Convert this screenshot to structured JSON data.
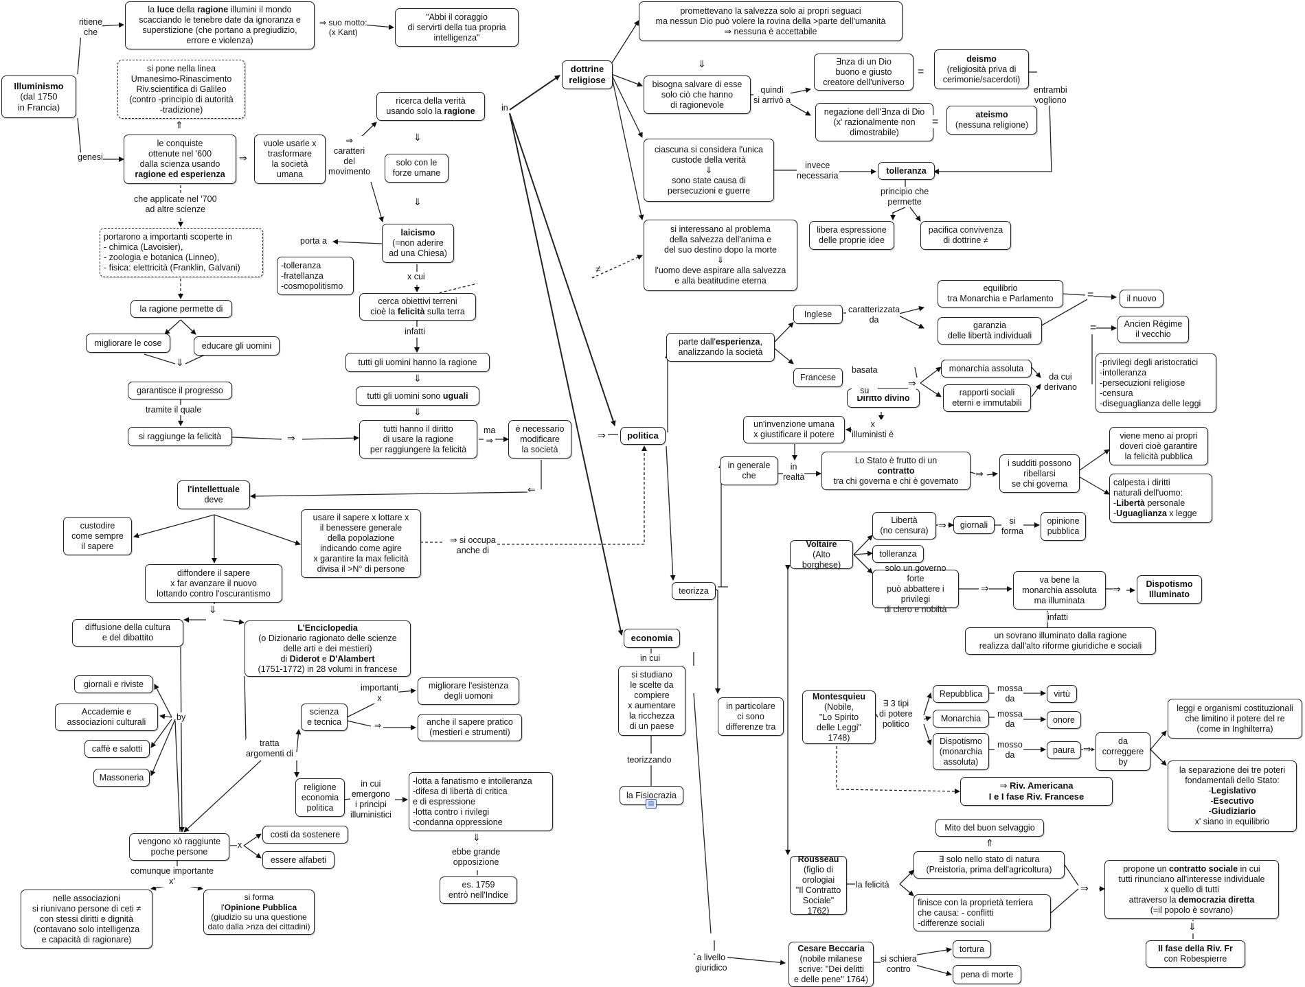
{
  "nodes": [
    {
      "id": "ill",
      "text": "**Illuminismo**\n(dal 1750\nin Francia)"
    },
    {
      "id": "luce",
      "text": "la **luce** della **ragione** illumini il mondo\nscacciando le tenebre date da ignoranza e\nsuperstizione (che portano a pregiudizio,\nerrore e violenza)"
    },
    {
      "id": "abbi",
      "text": "\"Abbi il coraggio\ndi servirti della tua propria\nintelligenza\""
    },
    {
      "id": "linea",
      "text": "si pone nella linea\nUmanesimo-Rinascimento\nRiv.scientifica di Galileo\n(contro -principio di autorità\n-tradizione)"
    },
    {
      "id": "conq",
      "text": "le conquiste\nottenute nel '600\ndalla scienza usando\n**ragione ed esperienza**"
    },
    {
      "id": "port",
      "text": "portarono a importanti scoperte in\n- chimica (Lavoisier),\n- zoologia e botanica (Linneo),\n- fisica: elettricità (Franklin, Galvani)"
    },
    {
      "id": "ragperm",
      "text": "la ragione permette di"
    },
    {
      "id": "migl",
      "text": "migliorare le cose"
    },
    {
      "id": "educ",
      "text": "educare gli uomini"
    },
    {
      "id": "garan",
      "text": "garantisce il progresso"
    },
    {
      "id": "ragfel",
      "text": "si raggiunge la felicità"
    },
    {
      "id": "vuole",
      "text": "vuole usarle x\ntrasformare\nla società\numana"
    },
    {
      "id": "ricerca",
      "text": "ricerca della verità\nusando solo la **ragione**"
    },
    {
      "id": "solo",
      "text": "solo con le\nforze umane"
    },
    {
      "id": "laic",
      "text": "**laicismo**\n(=non aderire\nad una Chiesa)"
    },
    {
      "id": "toll",
      "text": "-tolleranza\n-fratellanza\n-cosmopolitismo"
    },
    {
      "id": "cerca",
      "text": "cerca obiettivi terreni\ncioè la **felicità** sulla terra"
    },
    {
      "id": "tutti1",
      "text": "tutti gli uomini hanno la ragione"
    },
    {
      "id": "tutti2",
      "text": "tutti gli uomini sono **uguali**"
    },
    {
      "id": "tutti3",
      "text": "tutti hanno il diritto\ndi usare la ragione\nper raggiungere la felicità"
    },
    {
      "id": "neces",
      "text": "è necessario\nmodificare\nla società"
    },
    {
      "id": "intel",
      "text": "**l'intellettuale**\ndeve"
    },
    {
      "id": "cust",
      "text": "custodire\ncome sempre\nil sapere"
    },
    {
      "id": "usare",
      "text": "usare il sapere x lottare x\nil benessere generale\ndella popolazione\nindicando come agire\nx garantire la max felicità\ndivisa il >N° di persone"
    },
    {
      "id": "diff",
      "text": "diffondere il sapere\nx far avanzare il nuovo\nlottando contro l'oscurantismo"
    },
    {
      "id": "diffcult",
      "text": "diffusione della cultura\ne del dibattito"
    },
    {
      "id": "encic",
      "text": "**L'Enciclopedia**\n(o Dizionario ragionato delle scienze\ndelle arti e dei mestieri)\ndi **Diderot** e **D'Alambert**\n(1751-1772) in 28 volumi in francese"
    },
    {
      "id": "giorn",
      "text": "giornali e riviste"
    },
    {
      "id": "accad",
      "text": "Accademie e\nassociazioni culturali"
    },
    {
      "id": "caffe",
      "text": "caffè e salotti"
    },
    {
      "id": "masso",
      "text": "Massoneria"
    },
    {
      "id": "scienza",
      "text": "scienza\ne tecnica"
    },
    {
      "id": "miglesist",
      "text": "migliorare l'esistenza\ndegli uomoni"
    },
    {
      "id": "sapere",
      "text": "anche il sapere pratico\n(mestieri e strumenti)"
    },
    {
      "id": "relig",
      "text": "religione\neconomia\npolitica"
    },
    {
      "id": "lotta",
      "text": "-lotta a fanatismo e intolleranza\n-difesa di libertà di critica\n  e di espressione\n-lotta contro i rivilegi\n-condanna oppressione"
    },
    {
      "id": "es1759",
      "text": "es. 1759\nentrò nell'Indice"
    },
    {
      "id": "vengono",
      "text": "vengono xò raggiunte\npoche persone"
    },
    {
      "id": "costi",
      "text": "costi da sostenere"
    },
    {
      "id": "alfab",
      "text": "essere alfabeti"
    },
    {
      "id": "nelle",
      "text": "nelle associazioni\nsi riunivano persone di ceti ≠\ncon stessi diritti e dignità\n(contavano solo intelligenza\ne capacità di ragionare)"
    },
    {
      "id": "opinione",
      "text": "si forma\nl'**Opinione Pubblica**\n(giudizio su una questione\ndato dalla >nza dei cittadini)"
    },
    {
      "id": "dottrine",
      "text": "**dottrine\nreligiose**"
    },
    {
      "id": "prometev",
      "text": "promettevano la salvezza solo ai propri seguaci\nma nessun Dio può volere la rovina della >parte dell'umanità\n⇒ nessuna è accettabile"
    },
    {
      "id": "bisogna",
      "text": "bisogna salvare di esse\nsolo ciò che hanno\ndi ragionevole"
    },
    {
      "id": "enza",
      "text": "∃nza di un Dio\nbuono e giusto\ncreatore dell'universo"
    },
    {
      "id": "deismo",
      "text": "**deismo**\n(religiosità priva di\ncerimonie/sacerdoti)"
    },
    {
      "id": "negaz",
      "text": "negazione dell'∃nza di Dio\n(x' razionalmente non\ndimostrabile)"
    },
    {
      "id": "ateismo",
      "text": "**ateismo**\n(nessuna religione)"
    },
    {
      "id": "ciascuna",
      "text": "ciascuna si considera l'unica\ncustode della verità\n⇓\nsono state causa di\npersecuzioni e guerre"
    },
    {
      "id": "tolleranza",
      "text": "**tolleranza**"
    },
    {
      "id": "libera",
      "text": "libera espressione\ndelle proprie idee"
    },
    {
      "id": "pacifica",
      "text": "pacifica convivenza\ndi dottrine ≠"
    },
    {
      "id": "siinter",
      "text": "si interessano al problema\ndella salvezza dell'anima e\ndel suo destino dopo la morte\n⇓\nl'uomo deve aspirare alla salvezza\ne alla beatitudine eterna"
    },
    {
      "id": "politica",
      "text": "**politica**"
    },
    {
      "id": "parte",
      "text": "parte dall'**esperienza**,\nanalizzando la società"
    },
    {
      "id": "inglese",
      "text": "Inglese"
    },
    {
      "id": "francese",
      "text": "Francese"
    },
    {
      "id": "equil",
      "text": "equilibrio\ntra Monarchia e Parlamento"
    },
    {
      "id": "garanzia",
      "text": "garanzia\ndelle libertà individuali"
    },
    {
      "id": "nuovo",
      "text": "il nuovo"
    },
    {
      "id": "ancien",
      "text": "Ancien Régime\nil vecchio"
    },
    {
      "id": "privil",
      "text": "-privilegi degli aristocratici\n-intolleranza\n-persecuzioni religiose\n-censura\n-diseguaglianza delle leggi"
    },
    {
      "id": "monarch",
      "text": "monarchia assoluta"
    },
    {
      "id": "rapporti",
      "text": "rapporti sociali\neterni e immutabili"
    },
    {
      "id": "diritto",
      "text": "**Diritto divino**"
    },
    {
      "id": "invenz",
      "text": "un'invenzione umana\nx giustificare il potere"
    },
    {
      "id": "ingen",
      "text": "in generale\nche"
    },
    {
      "id": "stato",
      "text": "Lo Stato è frutto di un\n**contratto**\ntra chi governa e chi è governato"
    },
    {
      "id": "sudditi",
      "text": "i sudditi possono\nribellarsi\nse chi governa"
    },
    {
      "id": "vienem",
      "text": "viene meno ai propri\ndoveri cioè garantire\nla felicità pubblica"
    },
    {
      "id": "calpesta",
      "text": "calpesta i diritti\nnaturali dell'uomo:\n-**Libertà** personale\n-**Uguaglianza** x legge"
    },
    {
      "id": "voltaire",
      "text": "**Voltaire**\n(Alto borghese)"
    },
    {
      "id": "liberta",
      "text": "Libertà\n(no censura)"
    },
    {
      "id": "giornali2",
      "text": "giornali"
    },
    {
      "id": "opinpub",
      "text": "opinione\npubblica"
    },
    {
      "id": "tollv",
      "text": "tolleranza"
    },
    {
      "id": "sologov",
      "text": "solo un governo forte\npuò abbattere i privilegi\ndi clero e nobiltà"
    },
    {
      "id": "vabene",
      "text": "va bene la\nmonarchia assoluta\nma illuminata"
    },
    {
      "id": "dispill",
      "text": "**Dispotismo\nIlluminato**"
    },
    {
      "id": "sovrano",
      "text": "un sovrano illuminato dalla ragione\nrealizza dall'alto riforme giuridiche e sociali"
    },
    {
      "id": "teorizza",
      "text": "teorizza"
    },
    {
      "id": "economia",
      "text": "**economia**"
    },
    {
      "id": "sistud",
      "text": "si studiano\nle scelte da\ncompiere\nx aumentare\nla ricchezza\ndi un paese"
    },
    {
      "id": "fisioc",
      "text": "la Fisiocrazia"
    },
    {
      "id": "inpart",
      "text": "in particolare\nci sono\ndifferenze tra"
    },
    {
      "id": "montesq",
      "text": "**Montesquieu**\n(Nobile,\n\"Lo Spirito\ndelle Leggi\"\n1748)"
    },
    {
      "id": "repub",
      "text": "Repubblica"
    },
    {
      "id": "monarchia",
      "text": "Monarchia"
    },
    {
      "id": "dispot",
      "text": "Dispotismo\n(monarchia\nassoluta)"
    },
    {
      "id": "virtu",
      "text": "virtù"
    },
    {
      "id": "onore",
      "text": "onore"
    },
    {
      "id": "paura",
      "text": "paura"
    },
    {
      "id": "dacorr",
      "text": "da\ncorreggere\nby"
    },
    {
      "id": "leggi",
      "text": "leggi e organismi costituzionali\nche limitino il potere del re\n(come in Inghilterra)"
    },
    {
      "id": "separaz",
      "text": "la separazione dei tre poteri\nfondamentali dello Stato:\n-**Legislativo**\n-**Esecutivo**\n-**Giudiziario**\nx' siano in equilibrio"
    },
    {
      "id": "rivamer",
      "text": "⇒ **Riv. Americana\nI e I fase Riv. Francese**"
    },
    {
      "id": "mito",
      "text": "Mito del buon selvaggio"
    },
    {
      "id": "rousseau",
      "text": "**Rousseau**\n(figlio di\norologiai\n\"Il Contratto\nSociale\"\n1762)"
    },
    {
      "id": "esolo",
      "text": "∃ solo nello stato di natura\n(Preistoria, prima dell'agricoltura)"
    },
    {
      "id": "finisce",
      "text": "finisce con la proprietà terriera\nche causa:  - conflitti\n                  -differenze sociali"
    },
    {
      "id": "propone",
      "text": "propone un **contratto sociale** in cui\ntutti rinunciano all'interesse individuale\nx quello di tutti\nattraverso la **democrazia diretta**\n(=il popolo è sovrano)"
    },
    {
      "id": "iifase",
      "text": "**II fase della Riv. Fr**\ncon Robespierre"
    },
    {
      "id": "beccaria",
      "text": "**Cesare Beccaria**\n(nobile milanese\nscrive: \"Dei delitti\ne delle pene\" 1764)"
    },
    {
      "id": "tortura",
      "text": "tortura"
    },
    {
      "id": "pena",
      "text": "pena di morte"
    }
  ],
  "labels": [
    {
      "id": "l_ritiene",
      "text": "ritiene\nche"
    },
    {
      "id": "l_motto",
      "text": "⇒  suo motto:\n(x Kant)"
    },
    {
      "id": "l_genesi",
      "text": "genesi"
    },
    {
      "id": "l_up1",
      "text": "⇑"
    },
    {
      "id": "l_arrconq",
      "text": "⇒"
    },
    {
      "id": "l_applic",
      "text": "che applicate nel '700\nad altre scienze"
    },
    {
      "id": "l_ddown1",
      "text": "⇓"
    },
    {
      "id": "l_tramite",
      "text": "tramite il quale"
    },
    {
      "id": "l_arrfel",
      "text": "⇒"
    },
    {
      "id": "l_caratt",
      "text": "⇒\ncaratteri\ndel\nmovimento"
    },
    {
      "id": "l_in",
      "text": "in"
    },
    {
      "id": "l_d1",
      "text": "⇓"
    },
    {
      "id": "l_d2",
      "text": "⇓"
    },
    {
      "id": "l_porta",
      "text": "porta a"
    },
    {
      "id": "l_xcui",
      "text": "x cui"
    },
    {
      "id": "l_infatti",
      "text": "infatti"
    },
    {
      "id": "l_d3",
      "text": "⇓"
    },
    {
      "id": "l_d4",
      "text": "⇓"
    },
    {
      "id": "l_ma",
      "text": "ma\n⇒"
    },
    {
      "id": "l_left",
      "text": "⇐"
    },
    {
      "id": "l_sioccupa",
      "text": "⇒  si occupa\nanche di"
    },
    {
      "id": "l_dd2",
      "text": "⇓"
    },
    {
      "id": "l_by",
      "text": "by"
    },
    {
      "id": "l_importx",
      "text": "importanti\nx"
    },
    {
      "id": "l_arrsap",
      "text": "⇒"
    },
    {
      "id": "l_tratta",
      "text": "tratta\nargomenti di"
    },
    {
      "id": "l_incui",
      "text": "in cui\nemergono\ni principi\nilluministici"
    },
    {
      "id": "l_ebbe",
      "text": "ebbe grande\nopposizione"
    },
    {
      "id": "l_dd3",
      "text": "⇓"
    },
    {
      "id": "l_x",
      "text": "x"
    },
    {
      "id": "l_comunque",
      "text": "comunque  importante\nx'"
    },
    {
      "id": "l_dottd",
      "text": "⇓"
    },
    {
      "id": "l_quindi",
      "text": "quindi\nsi arrivò a"
    },
    {
      "id": "l_eq1",
      "text": "="
    },
    {
      "id": "l_eq2",
      "text": "="
    },
    {
      "id": "l_entrambi",
      "text": "entrambi\nvogliono"
    },
    {
      "id": "l_invece",
      "text": "invece\nnecessaria"
    },
    {
      "id": "l_princ",
      "text": "principio che\npermette"
    },
    {
      "id": "l_neq",
      "text": "≠"
    },
    {
      "id": "l_polarr",
      "text": "⇒"
    },
    {
      "id": "l_caratt2",
      "text": "caratterizzata\nda"
    },
    {
      "id": "l_eq3",
      "text": "="
    },
    {
      "id": "l_eq4",
      "text": "="
    },
    {
      "id": "l_basata",
      "text": "basata\n\nsu"
    },
    {
      "id": "l_arrbas",
      "text": "⇒"
    },
    {
      "id": "l_dacui",
      "text": "da cui\nderivano"
    },
    {
      "id": "l_xillum",
      "text": "x\nilluministi è"
    },
    {
      "id": "l_inrealta",
      "text": "in\nrealtà"
    },
    {
      "id": "l_arrsud",
      "text": "⇒"
    },
    {
      "id": "l_arrlib",
      "text": "⇒"
    },
    {
      "id": "l_siforma",
      "text": "si\nforma"
    },
    {
      "id": "l_arrgov",
      "text": "⇒"
    },
    {
      "id": "l_arrdisp",
      "text": "⇒"
    },
    {
      "id": "l_infatti2",
      "text": "infatti"
    },
    {
      "id": "l_incui2",
      "text": "in cui"
    },
    {
      "id": "l_teorizz",
      "text": "teorizzando"
    },
    {
      "id": "l_tre",
      "text": "∃ 3 tipi\ndi potere\npolitico"
    },
    {
      "id": "l_mossa1",
      "text": "mossa\nda"
    },
    {
      "id": "l_mossa2",
      "text": "mossa\nda"
    },
    {
      "id": "l_mosso",
      "text": "mosso\nda"
    },
    {
      "id": "l_arrpaura",
      "text": "⇒"
    },
    {
      "id": "l_upmito",
      "text": "⇑"
    },
    {
      "id": "l_lafel",
      "text": "la felicità"
    },
    {
      "id": "l_arrprop",
      "text": "⇒"
    },
    {
      "id": "l_ddprop",
      "text": "⇓"
    },
    {
      "id": "l_alivello",
      "text": "a livello\ngiuridico"
    },
    {
      "id": "l_sischiera",
      "text": "si schiera\ncontro"
    }
  ]
}
